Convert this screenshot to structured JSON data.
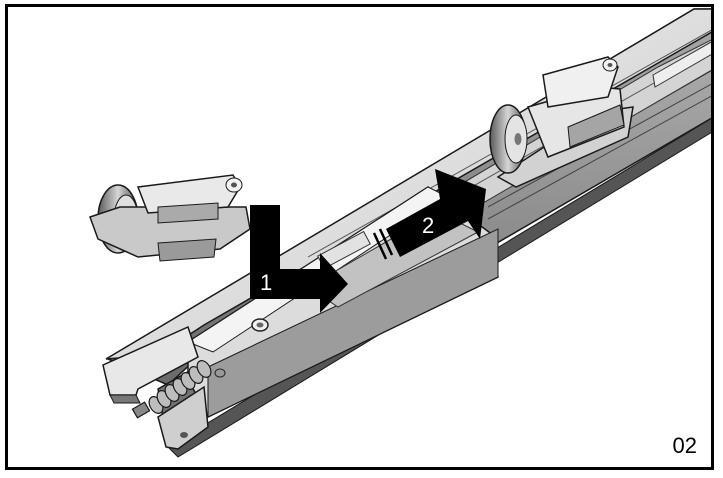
{
  "figure": {
    "number": "02",
    "steps": [
      {
        "label": "1"
      },
      {
        "label": "2"
      }
    ]
  },
  "colors": {
    "frame": "#000000",
    "arrow": "#000000",
    "metal_light": "#e6e6e6",
    "metal_mid": "#b8b8b8",
    "metal_dark": "#6e6e6e",
    "edge": "#1a1a1a"
  }
}
